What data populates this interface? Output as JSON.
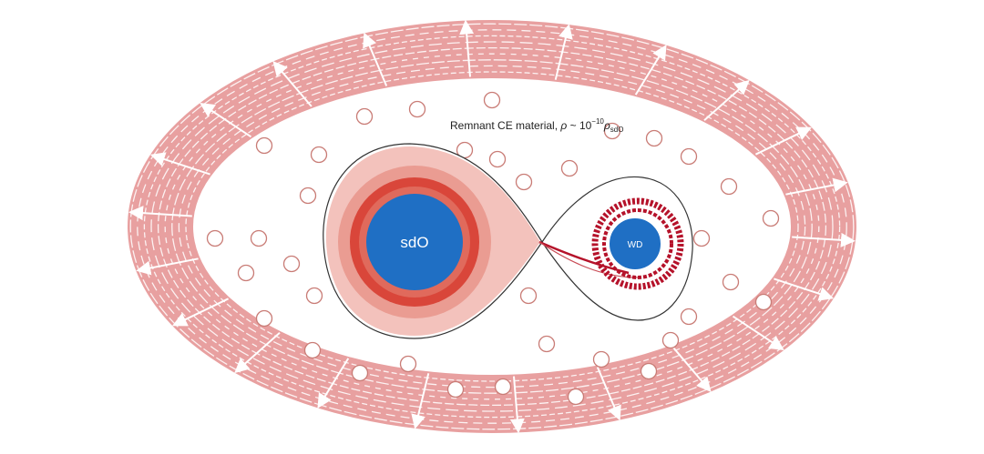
{
  "caption": {
    "prefix": "Remnant CE material, ",
    "rho": "ρ",
    "tilde": " ~ 10",
    "exponent": "−10",
    "rho2": "ρ",
    "subscript": "sdO"
  },
  "primary_star": {
    "label": "sdO"
  },
  "companion_star": {
    "label": "WD"
  },
  "colors": {
    "shell": "#e8a0a0",
    "shell_stripes": "#ffffff",
    "interior": "#ffffff",
    "star_core": "#1f6fc4",
    "envelope_inner": "#d9463a",
    "envelope_mid": "#e88a80",
    "envelope_outer": "#f3c2bc",
    "wd_ring": "#b5122a",
    "bubble_stroke": "#c97c76"
  }
}
